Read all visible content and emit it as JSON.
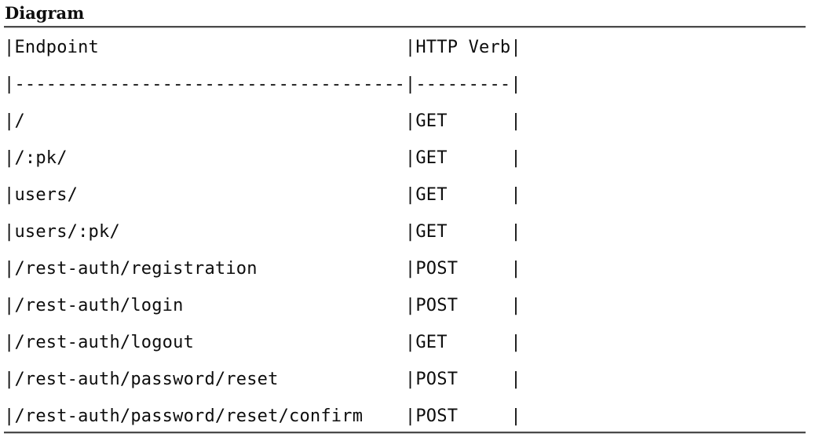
{
  "page": {
    "heading": "Diagram"
  },
  "table": {
    "columns": [
      {
        "label": "Endpoint",
        "width": 37
      },
      {
        "label": "HTTP Verb",
        "width": 9
      }
    ],
    "separator_char": "-",
    "border_char": "|",
    "rows": [
      {
        "endpoint": "/",
        "verb": "GET"
      },
      {
        "endpoint": "/:pk/",
        "verb": "GET"
      },
      {
        "endpoint": "users/",
        "verb": "GET"
      },
      {
        "endpoint": "users/:pk/",
        "verb": "GET"
      },
      {
        "endpoint": "/rest-auth/registration",
        "verb": "POST"
      },
      {
        "endpoint": "/rest-auth/login",
        "verb": "POST"
      },
      {
        "endpoint": "/rest-auth/logout",
        "verb": "GET"
      },
      {
        "endpoint": "/rest-auth/password/reset",
        "verb": "POST"
      },
      {
        "endpoint": "/rest-auth/password/reset/confirm",
        "verb": "POST"
      }
    ]
  },
  "colors": {
    "text": "#0d0d0d",
    "rule": "#4a4a4a",
    "background": "#ffffff"
  }
}
